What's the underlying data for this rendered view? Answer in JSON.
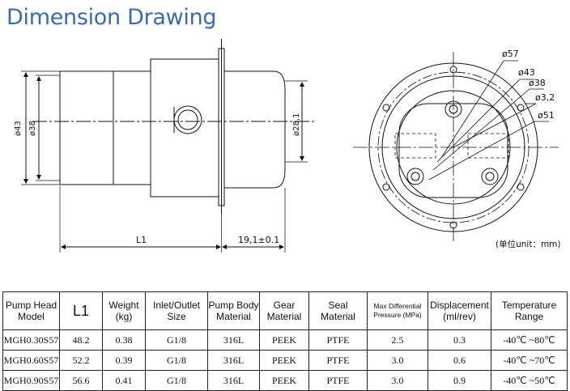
{
  "title": "Dimension Drawing",
  "drawing": {
    "dim_43": "ø43",
    "dim_38": "ø38",
    "dim_28": "ø28,1",
    "dim_L1": "L1",
    "dim_19": "19,1±0.1",
    "circ_57": "ø57",
    "circ_43": "ø43",
    "circ_38": "ø38",
    "circ_3": "ø3,2",
    "circ_51": "ø51",
    "unit_note": "(单位unit：mm)"
  },
  "table": {
    "headers": {
      "model_l1": "Pump Head",
      "model_l2": "Model",
      "l1": "L1",
      "weight_l1": "Weight",
      "weight_l2": "(kg)",
      "port_l1": "Inlet/Outlet",
      "port_l2": "Size",
      "body_l1": "Pump Body",
      "body_l2": "Material",
      "gear_l1": "Gear",
      "gear_l2": "Material",
      "seal_l1": "Seal",
      "seal_l2": "Material",
      "pressure_l1": "Max Differential",
      "pressure_l2": "Pressure (MPa)",
      "disp_l1": "Displacement",
      "disp_l2": "(ml/rev)",
      "temp_l1": "Temperature",
      "temp_l2": "Range"
    },
    "rows": [
      {
        "model": "MGH0.30S57",
        "l1": "48.2",
        "weight": "0.38",
        "port": "G1/8",
        "body": "316L",
        "gear": "PEEK",
        "seal": "PTFE",
        "pressure": "2.5",
        "disp": "0.3",
        "temp": "-40℃ ~80℃"
      },
      {
        "model": "MGH0.60S57",
        "l1": "52.2",
        "weight": "0.39",
        "port": "G1/8",
        "body": "316L",
        "gear": "PEEK",
        "seal": "PTFE",
        "pressure": "3.0",
        "disp": "0.6",
        "temp": "-40℃ ~70℃"
      },
      {
        "model": "MGH0.90S57",
        "l1": "56.6",
        "weight": "0.41",
        "port": "G1/8",
        "body": "316L",
        "gear": "PEEK",
        "seal": "PTFE",
        "pressure": "3.0",
        "disp": "0.9",
        "temp": "-40℃ ~50℃"
      }
    ]
  }
}
